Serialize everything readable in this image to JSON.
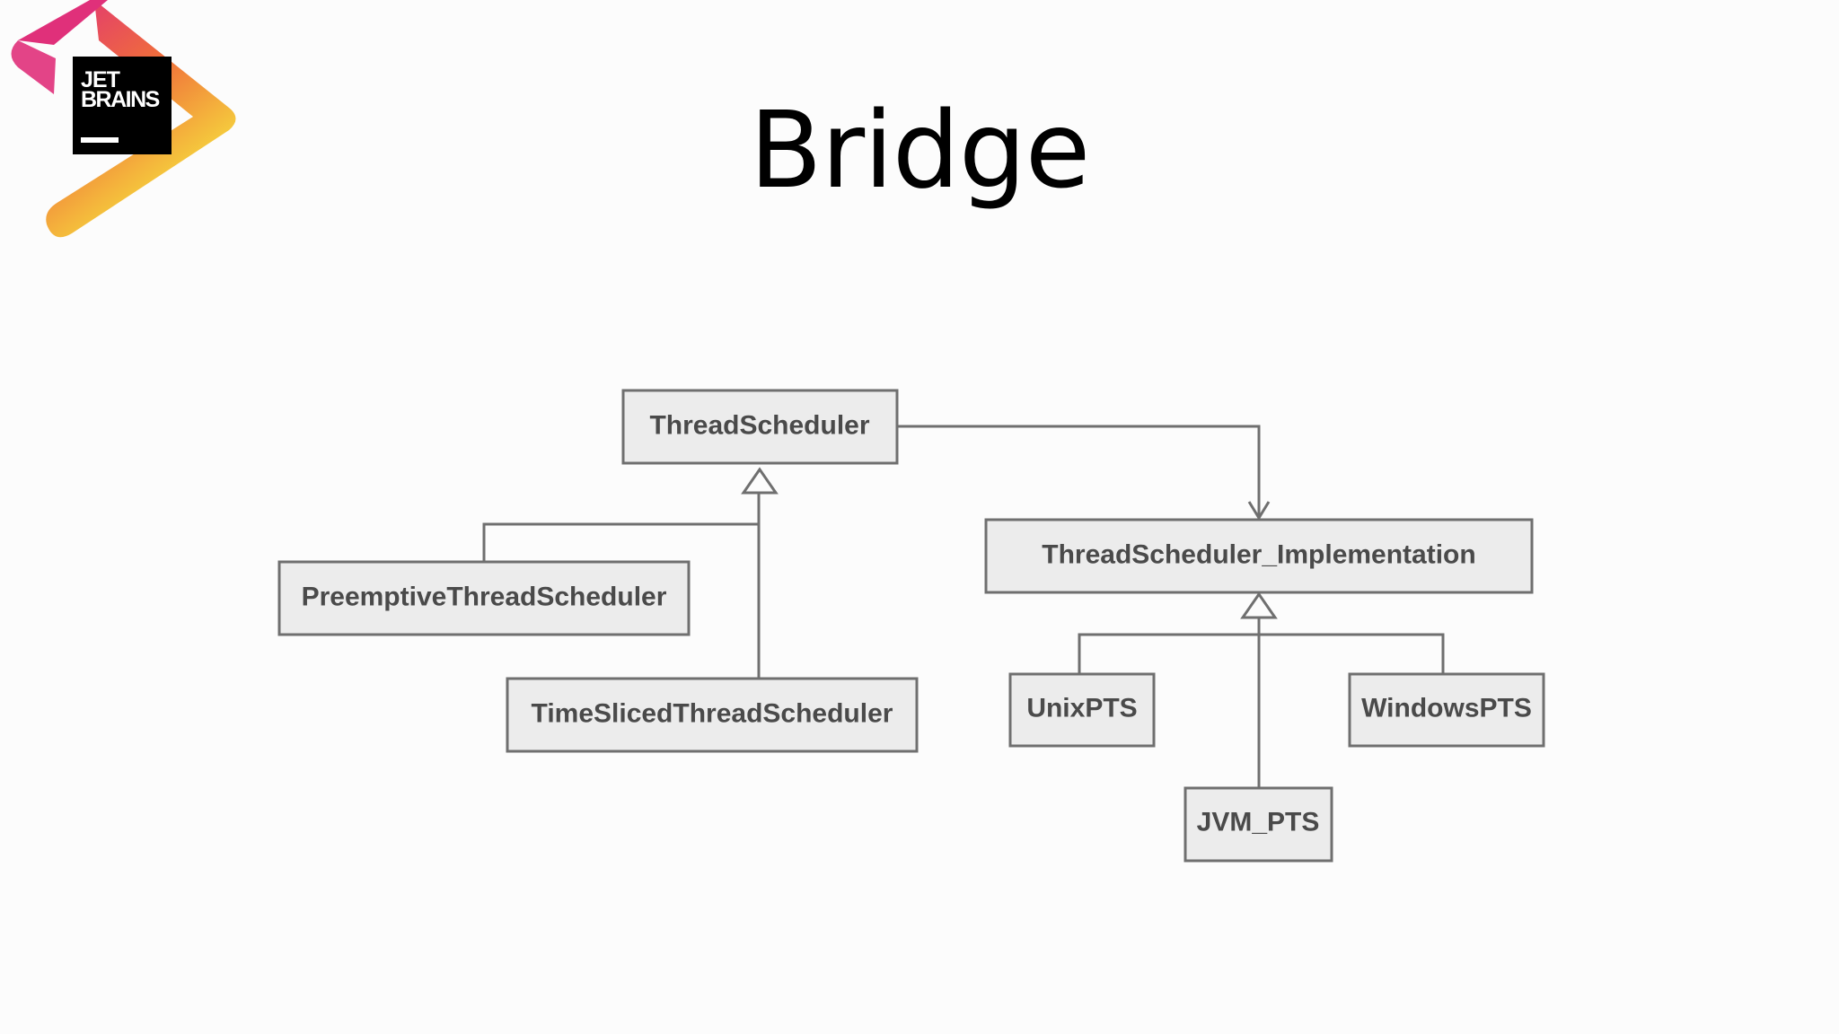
{
  "logo": {
    "line1": "JET",
    "line2": "BRAINS"
  },
  "slide": {
    "title": "Bridge"
  },
  "diagram": {
    "classes": {
      "thread_scheduler": "ThreadScheduler",
      "implementation": "ThreadScheduler_Implementation",
      "preemptive": "PreemptiveThreadScheduler",
      "time_sliced": "TimeSlicedThreadScheduler",
      "unix": "UnixPTS",
      "windows": "WindowsPTS",
      "jvm": "JVM_PTS"
    }
  },
  "colors": {
    "box_fill": "#ececec",
    "box_stroke": "#6f6f6f",
    "label_text": "#4a4a4a",
    "logo_gradient": [
      "#e0307a",
      "#f06e3a",
      "#f4b63c",
      "#f7ef3f"
    ]
  }
}
